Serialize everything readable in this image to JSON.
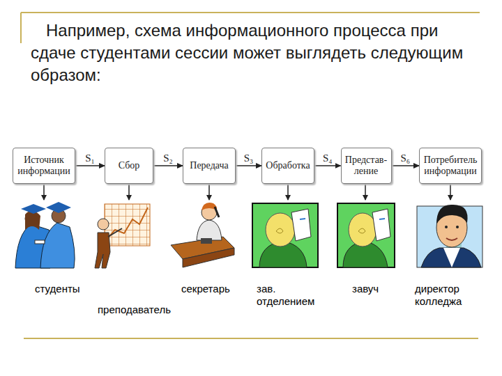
{
  "diagram": {
    "title": "Например, схема информационного процесса при сдаче студентами сессии может выглядеть следующим образом:",
    "nodes": [
      {
        "text": [
          "Источник информации"
        ]
      },
      {
        "text": [
          "Сбор"
        ]
      },
      {
        "text": [
          "Передача"
        ]
      },
      {
        "text": [
          "Обработка"
        ]
      },
      {
        "text": [
          "Представ- ление"
        ]
      },
      {
        "text": [
          "Потребитель информации"
        ]
      }
    ],
    "edges": [
      {
        "from": 0,
        "to": 1,
        "arrow": "to",
        "label": "S₁"
      },
      {
        "from": 1,
        "to": 2,
        "arrow": "to",
        "label": "S₂"
      },
      {
        "from": 2,
        "to": 3,
        "arrow": "to",
        "label": "S₃"
      },
      {
        "from": 3,
        "to": 4,
        "arrow": "to",
        "label": "S₄"
      },
      {
        "from": 4,
        "to": 5,
        "arrow": "to",
        "label": "S₆"
      }
    ],
    "labels": [
      "студенты",
      "преподаватель",
      "секретарь",
      "зав. отделением",
      "завуч",
      "директор колледжа"
    ]
  }
}
